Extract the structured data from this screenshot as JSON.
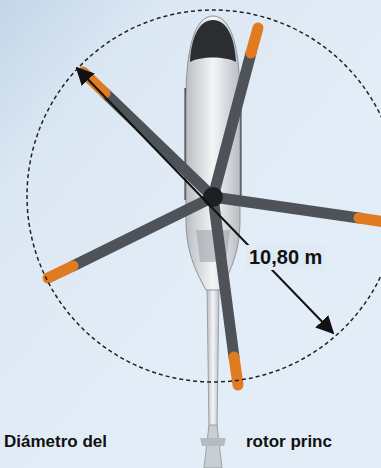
{
  "diagram": {
    "labels": [
      "10,80 m",
      "Diámetro del",
      "rotor princ"
    ]
  }
}
